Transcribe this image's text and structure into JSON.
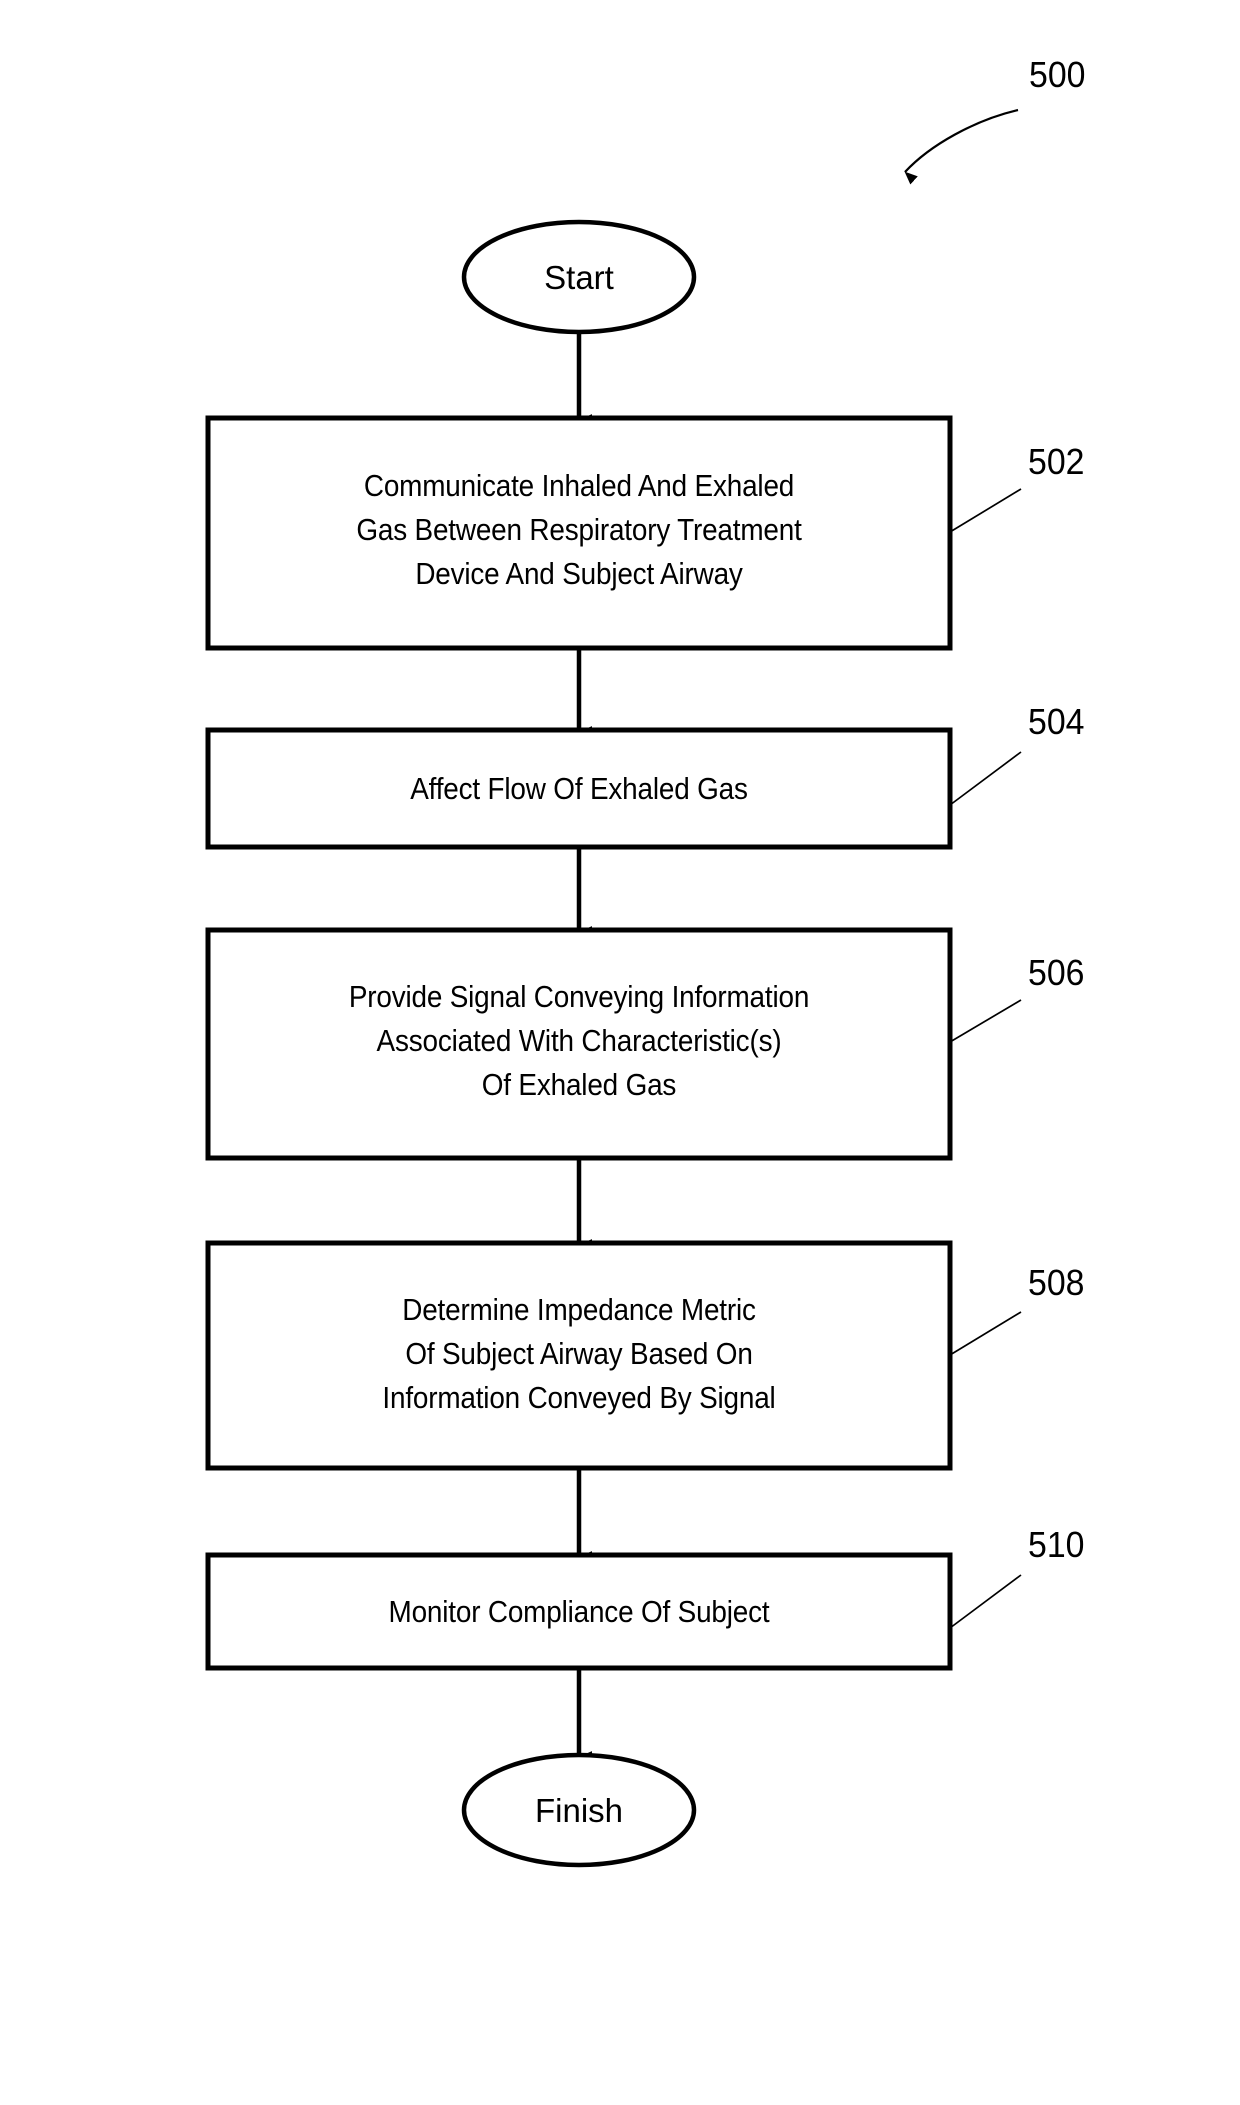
{
  "figure": {
    "number": "500",
    "type": "flowchart",
    "title_ref": "500"
  },
  "nodes": [
    {
      "id": "start",
      "shape": "ellipse",
      "label": "Start",
      "ref": null
    },
    {
      "id": "step-502",
      "shape": "rectangle",
      "label": "Communicate Inhaled And Exhaled\nGas Between Respiratory Treatment\nDevice And Subject Airway",
      "ref": "502"
    },
    {
      "id": "step-504",
      "shape": "rectangle",
      "label": "Affect Flow Of Exhaled Gas",
      "ref": "504"
    },
    {
      "id": "step-506",
      "shape": "rectangle",
      "label": "Provide Signal Conveying Information\nAssociated With Characteristic(s)\nOf Exhaled Gas",
      "ref": "506"
    },
    {
      "id": "step-508",
      "shape": "rectangle",
      "label": "Determine Impedance Metric\nOf Subject Airway Based On\nInformation Conveyed By Signal",
      "ref": "508"
    },
    {
      "id": "step-510",
      "shape": "rectangle",
      "label": "Monitor Compliance Of Subject",
      "ref": "510"
    },
    {
      "id": "finish",
      "shape": "ellipse",
      "label": "Finish",
      "ref": null
    }
  ],
  "reference_numerals": {
    "figure": "500",
    "n502": "502",
    "n504": "504",
    "n506": "506",
    "n508": "508",
    "n510": "510"
  },
  "colors": {
    "stroke": "#000000",
    "fill": "#ffffff",
    "text": "#000000"
  }
}
